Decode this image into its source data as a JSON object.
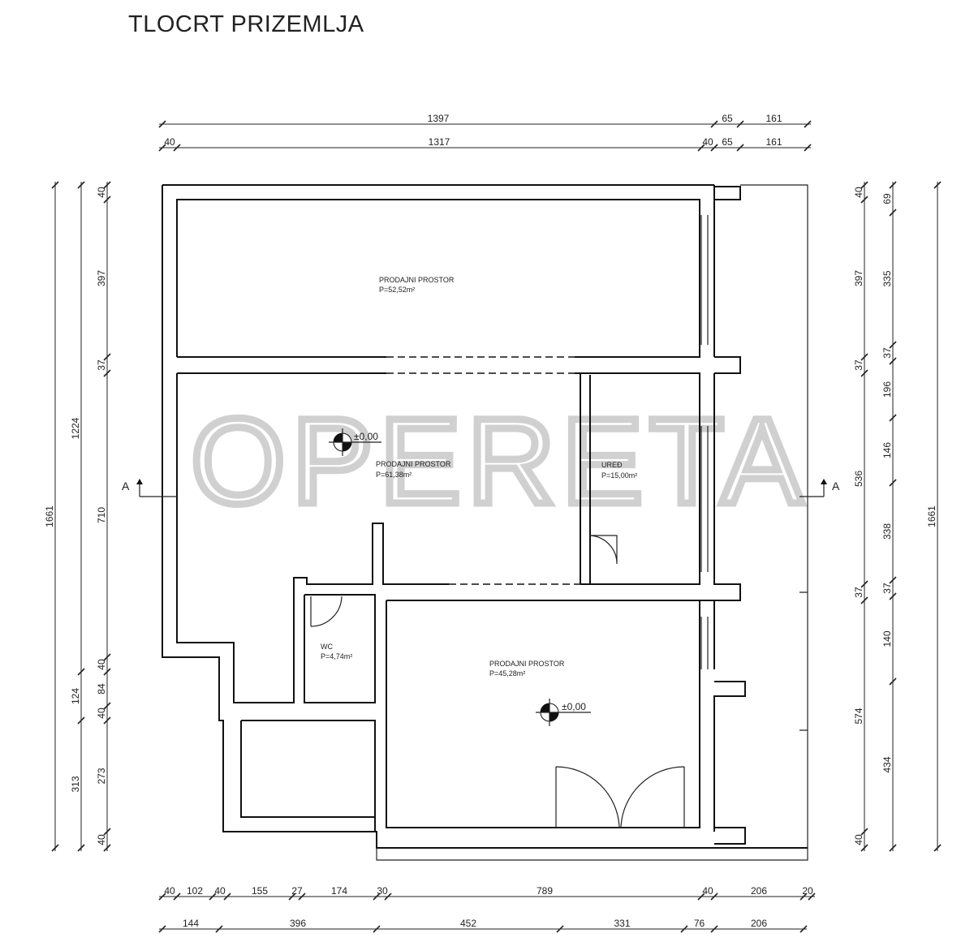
{
  "title": "TLOCRT PRIZEMLJA",
  "watermark": "OPERETA",
  "rooms": [
    {
      "name": "PRODAJNI PROSTOR",
      "area": "P=52,52m²"
    },
    {
      "name": "PRODAJNI PROSTOR",
      "area": "P=61,38m²"
    },
    {
      "name": "UREĐ",
      "area": "P=15,00m²"
    },
    {
      "name": "WC",
      "area": "P=4,74m²"
    },
    {
      "name": "PRODAJNI PROSTOR",
      "area": "P=45,28m²"
    }
  ],
  "levels": [
    "±0,00",
    "±0,00"
  ],
  "section_marks": [
    "A",
    "A"
  ],
  "dims": {
    "top1": [
      "1397",
      "65",
      "161"
    ],
    "top2": [
      "40",
      "1317",
      "40",
      "65",
      "161"
    ],
    "left_outer": [
      "1661"
    ],
    "left_mid": [
      "1224",
      "124",
      "313"
    ],
    "left_inner": [
      "40",
      "397",
      "37",
      "710",
      "40",
      "84",
      "40",
      "273",
      "40"
    ],
    "right_inner": [
      "40",
      "397",
      "37",
      "536",
      "37",
      "574",
      "40"
    ],
    "right_mid": [
      "69",
      "335",
      "37",
      "196",
      "146",
      "338",
      "37",
      "140",
      "434"
    ],
    "right_outer": [
      "1661"
    ],
    "bottom1": [
      "40",
      "102",
      "40",
      "155",
      "27",
      "174",
      "30",
      "789",
      "40",
      "206",
      "20"
    ],
    "bottom2": [
      "144",
      "396",
      "452",
      "331",
      "76",
      "206"
    ]
  }
}
